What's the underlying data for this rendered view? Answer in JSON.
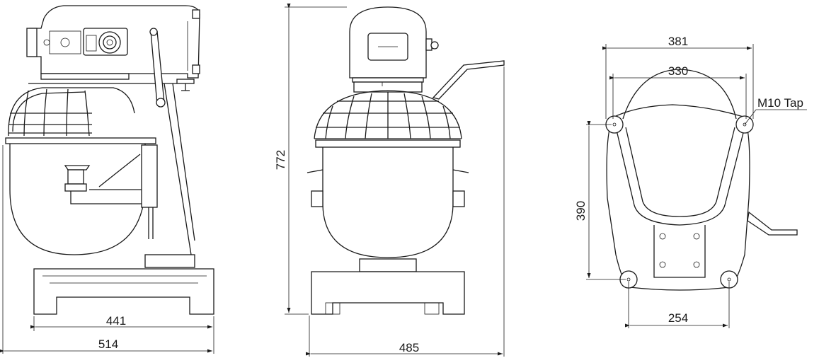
{
  "dimensions": {
    "side_inner_width": "441",
    "side_outer_width": "514",
    "front_height": "772",
    "front_width": "485",
    "base_outer_width": "381",
    "base_inner_width": "330",
    "base_depth": "390",
    "base_rear_span": "254",
    "tap_label": "M10 Tap"
  },
  "colors": {
    "line": "#1a1a1a",
    "background": "#ffffff"
  }
}
